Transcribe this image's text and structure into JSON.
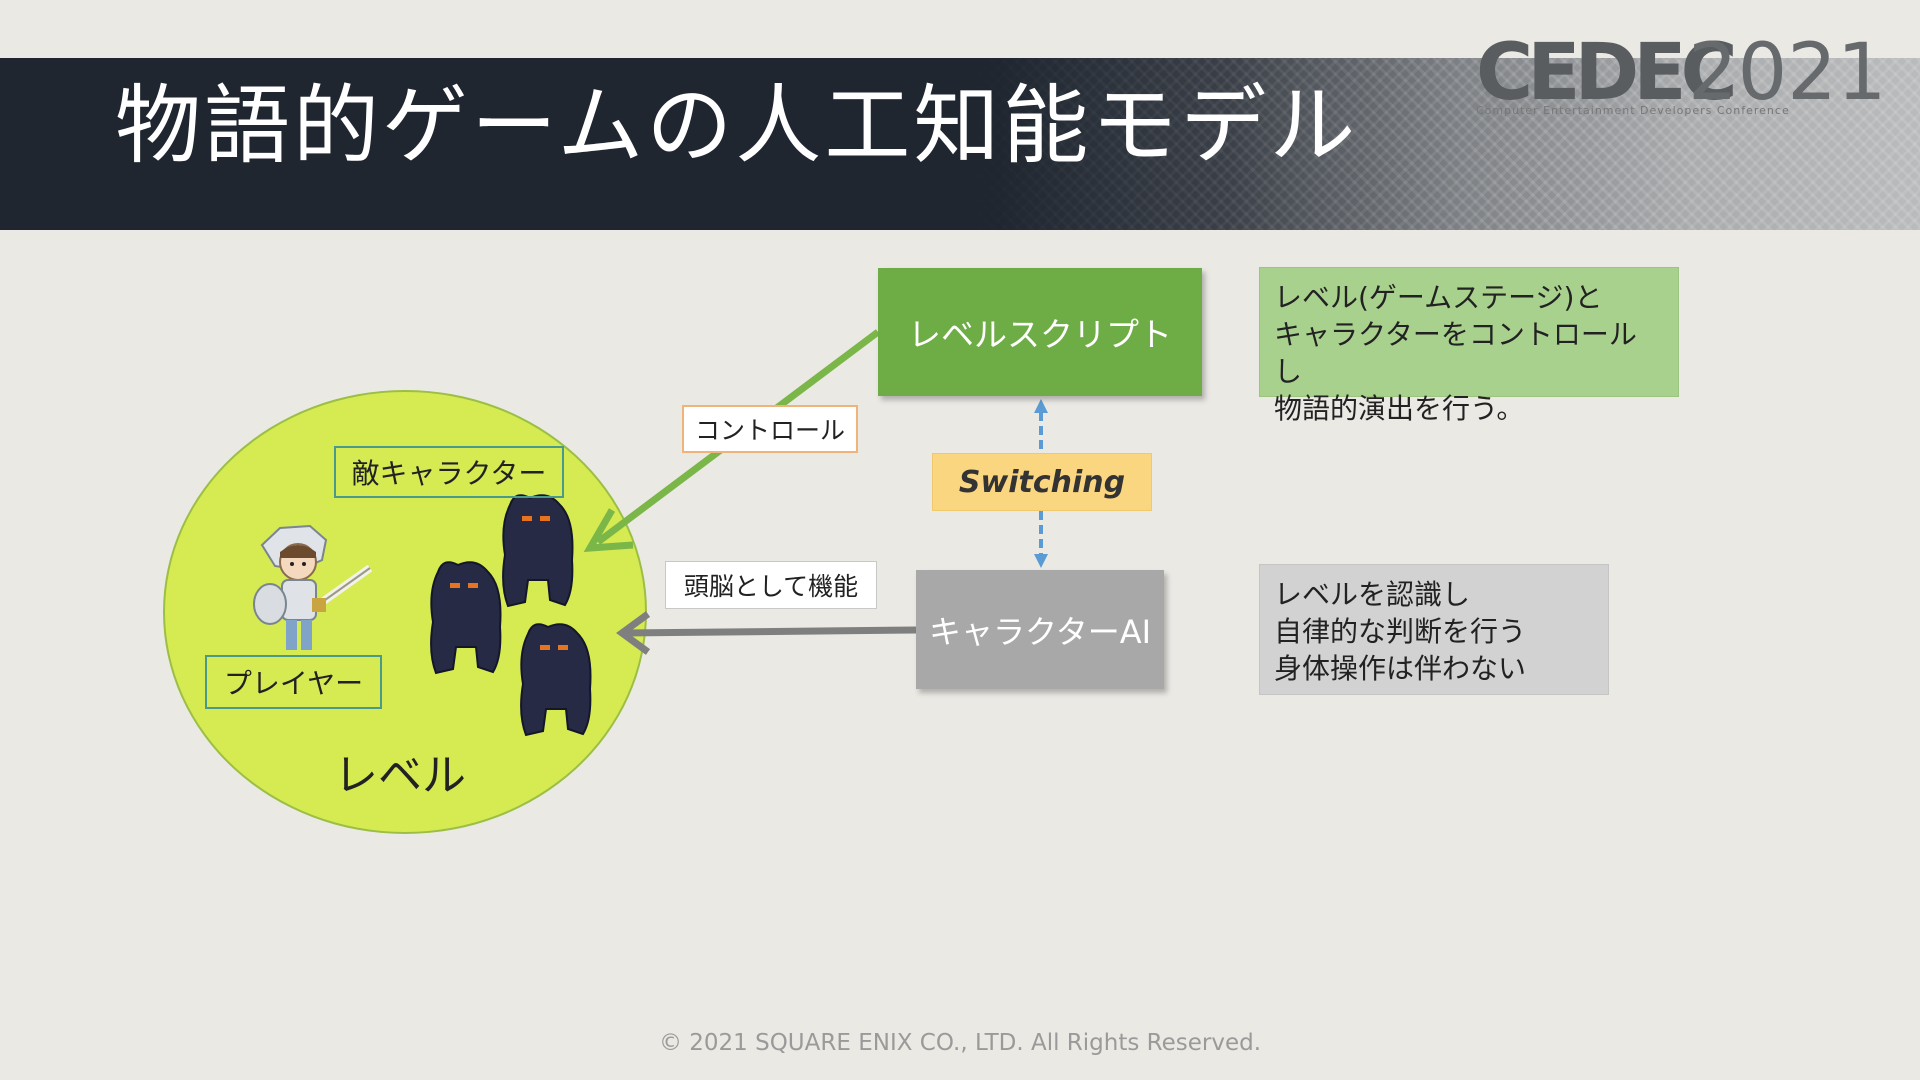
{
  "header": {
    "title": "物語的ゲームの人工知能モデル",
    "logo_main": "CEDEC",
    "logo_year": "2021",
    "logo_sub": "Computer Entertainment Developers Conference"
  },
  "diagram": {
    "level_script": "レベルスクリプト",
    "character_ai": "キャラクターAI",
    "switching": "Switching",
    "control_label": "コントロール",
    "brain_label": "頭脳として機能",
    "level_label": "レベル",
    "enemy_label": "敵キャラクター",
    "player_label": "プレイヤー",
    "level_script_note": [
      "レベル(ゲームステージ)と",
      "キャラクターをコントロールし",
      "物語的演出を行う。"
    ],
    "character_ai_note": [
      "レベルを認識し",
      "自律的な判断を行う",
      "身体操作は伴わない"
    ]
  },
  "colors": {
    "title_bar": "#1f2630",
    "level_script": "#6eac45",
    "character_ai": "#a8a8a8",
    "switching": "#fbd681",
    "level_circle": "#d6ea52",
    "arrow_control": "#7ab648",
    "arrow_brain": "#7f7f7f",
    "arrow_switch": "#5b9bd5"
  },
  "footer": {
    "copyright": "© 2021 SQUARE ENIX CO., LTD. All Rights Reserved."
  }
}
